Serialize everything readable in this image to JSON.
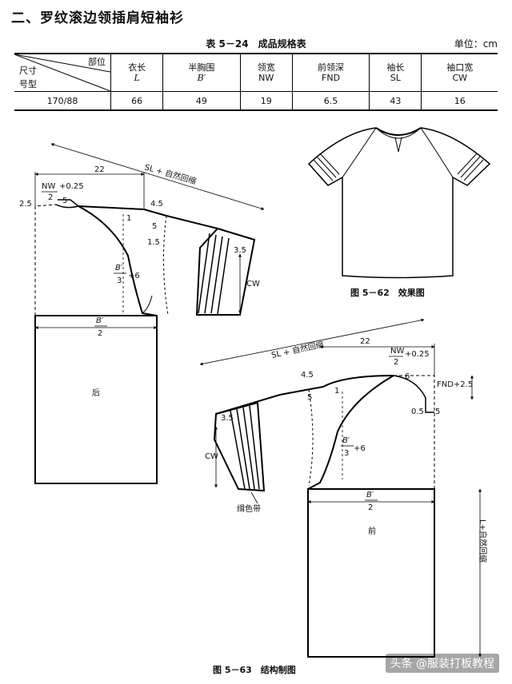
{
  "heading": "二、罗纹滚边领插肩短袖衫",
  "table": {
    "caption": "表 5－24　成品规格表",
    "unit": "单位：cm",
    "corner": {
      "top": "部位",
      "mid": "尺寸",
      "bottom": "号型"
    },
    "columns": [
      {
        "name": "衣长",
        "sym": "L"
      },
      {
        "name": "半胸围",
        "sym": "B′"
      },
      {
        "name": "领宽",
        "sym": "NW"
      },
      {
        "name": "前领深",
        "sym": "FND"
      },
      {
        "name": "袖长",
        "sym": "SL"
      },
      {
        "name": "袖口宽",
        "sym": "CW"
      }
    ],
    "row": {
      "size": "170/88",
      "values": [
        "66",
        "49",
        "19",
        "6.5",
        "43",
        "16"
      ]
    }
  },
  "back": {
    "d22": "22",
    "d25": "2.5",
    "nw": "NW",
    "nw_tail": "+0.25",
    "two": "2",
    "d5a": "5",
    "sl": "SL + 自然回缩",
    "d45": "4.5",
    "d1": "1",
    "d5b": "5",
    "d15": "1.5",
    "d35": "3.5",
    "b": "B′",
    "three": "3",
    "plus6": "+6",
    "cw": "CW",
    "half_b": "B′",
    "name": "后"
  },
  "front": {
    "d22": "22",
    "sl": "SL + 自然回缩",
    "nw": "NW",
    "nw_tail": "+0.25",
    "two": "2",
    "d45": "4.5",
    "d5": "5",
    "d1": "1",
    "d6": "6",
    "fnd": "FND+2.5",
    "d05": "0.5",
    "d5b": "5",
    "d35": "3.5",
    "cw": "CW",
    "b": "B′",
    "three": "3",
    "plus6": "+6",
    "half_b": "B′",
    "l_side": "L+自然回缩",
    "band": "缉色带",
    "name": "前"
  },
  "fig62": "图 5－62　效果图",
  "fig63": "图 5－63　结构制图",
  "watermark": "头条 @服装打板教程"
}
